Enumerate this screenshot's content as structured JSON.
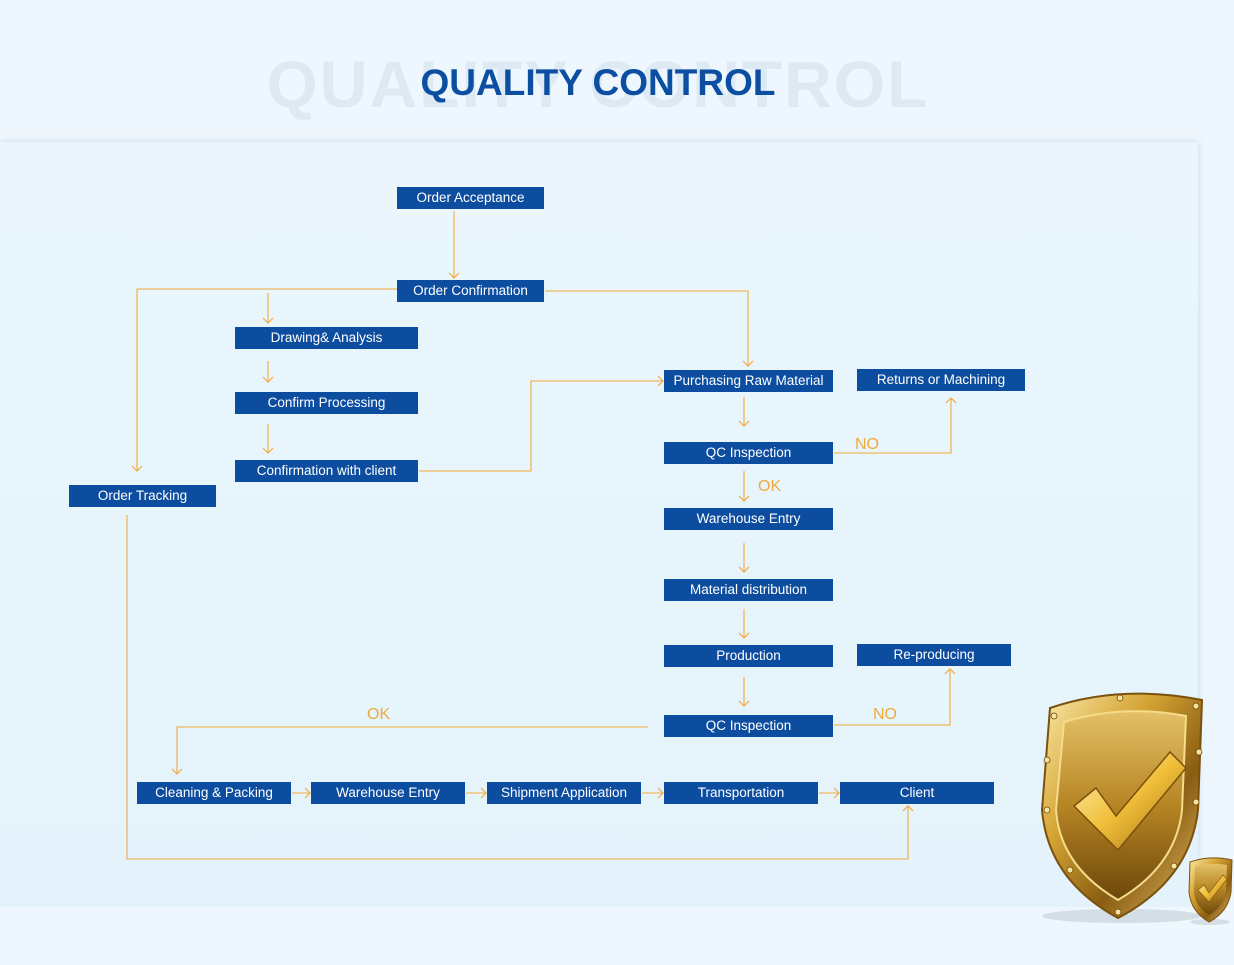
{
  "header": {
    "title": "QUALITY CONTROL",
    "background_title": "QUALITY CONTROL"
  },
  "boxes": {
    "order_acceptance": "Order Acceptance",
    "order_confirmation": "Order Confirmation",
    "drawing_analysis": "Drawing& Analysis",
    "confirm_processing": "Confirm Processing",
    "confirmation_with_client": "Confirmation with client",
    "order_tracking": "Order Tracking",
    "purchasing_raw_material": "Purchasing Raw Material",
    "returns_or_machining": "Returns or Machining",
    "qc_inspection_1": "QC Inspection",
    "warehouse_entry_1": "Warehouse Entry",
    "material_distribution": "Material distribution",
    "production": "Production",
    "re_producing": "Re-producing",
    "qc_inspection_2": "QC Inspection",
    "cleaning_packing": "Cleaning & Packing",
    "warehouse_entry_2": "Warehouse Entry",
    "shipment_application": "Shipment Application",
    "transportation": "Transportation",
    "client": "Client"
  },
  "labels": {
    "no_1": "NO",
    "ok_1": "OK",
    "ok_2": "OK",
    "no_2": "NO"
  },
  "colors": {
    "box_fill": "#0d4da0",
    "box_text": "#ffffff",
    "connector": "#f2a93b",
    "title": "#0b4ea2",
    "background": "#eef7fd"
  },
  "icons": [
    "gold-shield-checkmark-icon",
    "small-gold-shield-checkmark-icon"
  ]
}
